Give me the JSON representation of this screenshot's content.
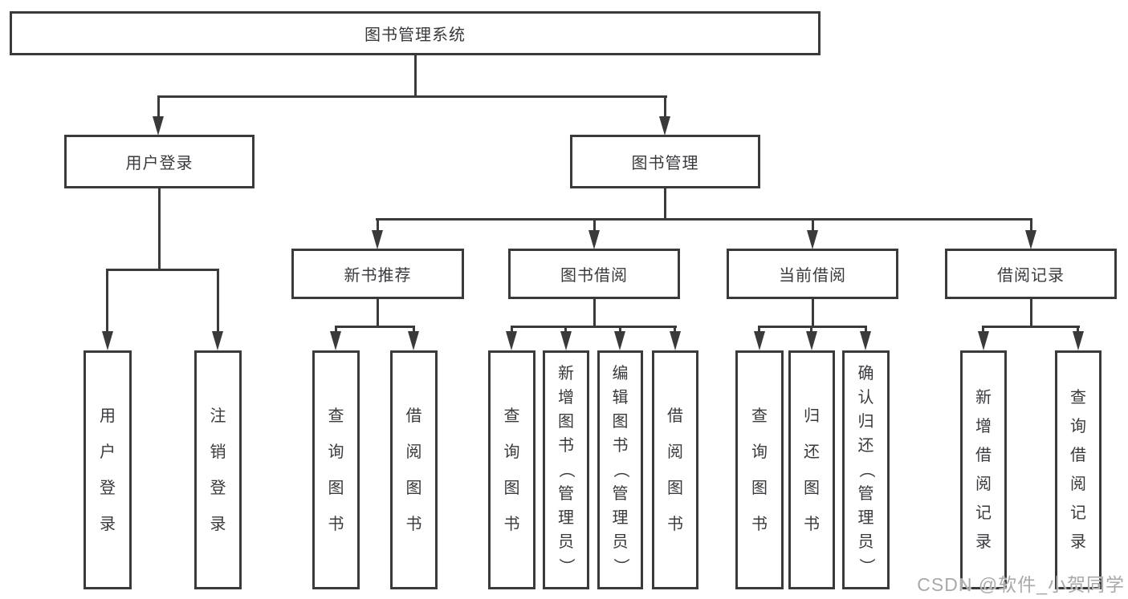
{
  "colors": {
    "line": "#3a3a3a",
    "text": "#3a3a3e",
    "wm": "#a9a9a9",
    "bg": "#ffffff"
  },
  "tree": {
    "root": "图书管理系统",
    "user_login": {
      "label": "用户登录",
      "children": {
        "login": "用户登录",
        "logout": "注销登录"
      }
    },
    "book_management": {
      "label": "图书管理",
      "new_book_recommend": {
        "label": "新书推荐",
        "children": {
          "query_books": "查询图书",
          "borrow_books": "借阅图书"
        }
      },
      "book_borrowing": {
        "label": "图书借阅",
        "children": {
          "query_books": "查询图书",
          "add_book_admin": "新增图书（管理员）",
          "edit_book_admin": "编辑图书（管理员）",
          "borrow_books": "借阅图书"
        }
      },
      "current_borrowing": {
        "label": "当前借阅",
        "children": {
          "query_books": "查询图书",
          "return_books": "归还图书",
          "confirm_return_admin": "确认归还（管理员）"
        }
      },
      "borrowing_records": {
        "label": "借阅记录",
        "children": {
          "add_borrow_record": "新增借阅记录",
          "query_borrow_record": "查询借阅记录"
        }
      }
    }
  },
  "watermark": "CSDN @软件_小贺同学"
}
